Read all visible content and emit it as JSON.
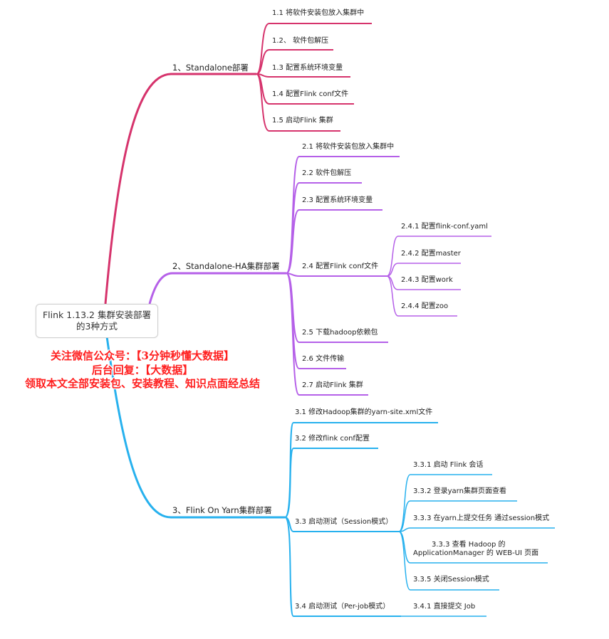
{
  "colors": {
    "branch1": "#d6336c",
    "branch2": "#b560e8",
    "branch3": "#27b1ee"
  },
  "root": {
    "line1": "Flink 1.13.2 集群安装部署",
    "line2": "的3种方式"
  },
  "watermark": {
    "line1": "关注微信公众号：【3分钟秒懂大数据】",
    "line2": "后台回复：【大数据】",
    "line3": "领取本文全部安装包、安装教程、知识点面经总结"
  },
  "branches": [
    {
      "label": "1、Standalone部署",
      "children": [
        {
          "label": "1.1 将软件安装包放入集群中"
        },
        {
          "label": "1.2、 软件包解压"
        },
        {
          "label": "1.3  配置系统环境变量"
        },
        {
          "label": "1.4 配置Flink conf文件"
        },
        {
          "label": "1.5 启动Flink 集群"
        }
      ]
    },
    {
      "label": "2、Standalone-HA集群部署",
      "children": [
        {
          "label": "2.1  将软件安装包放入集群中"
        },
        {
          "label": "2.2 软件包解压"
        },
        {
          "label": "2.3  配置系统环境变量"
        },
        {
          "label": "2.4 配置Flink conf文件",
          "children": [
            {
              "label": "2.4.1 配置flink-conf.yaml"
            },
            {
              "label": "2.4.2 配置master"
            },
            {
              "label": "2.4.3 配置work"
            },
            {
              "label": "2.4.4 配置zoo"
            }
          ]
        },
        {
          "label": "2.5 下载hadoop依赖包"
        },
        {
          "label": "2.6 文件传输"
        },
        {
          "label": "2.7 启动Flink 集群"
        }
      ]
    },
    {
      "label": "3、Flink On Yarn集群部署",
      "children": [
        {
          "label": "3.1 修改Hadoop集群的yarn-site.xml文件"
        },
        {
          "label": "3.2 修改flink conf配置"
        },
        {
          "label": "3.3 启动测试（Session模式）",
          "children": [
            {
              "label": "3.3.1 启动 Flink 会话"
            },
            {
              "label": "3.3.2 登录yarn集群页面查看"
            },
            {
              "label": "3.3.3 在yarn上提交任务 通过session模式"
            },
            {
              "label_line1": "3.3.3 查看 Hadoop 的",
              "label_line2": "ApplicationManager 的 WEB-UI 页面"
            },
            {
              "label": "3.3.5 关闭Session模式"
            }
          ]
        },
        {
          "label": "3.4 启动测试（Per-job模式）",
          "children": [
            {
              "label": "3.4.1 直接提交 Job"
            }
          ]
        }
      ]
    }
  ]
}
